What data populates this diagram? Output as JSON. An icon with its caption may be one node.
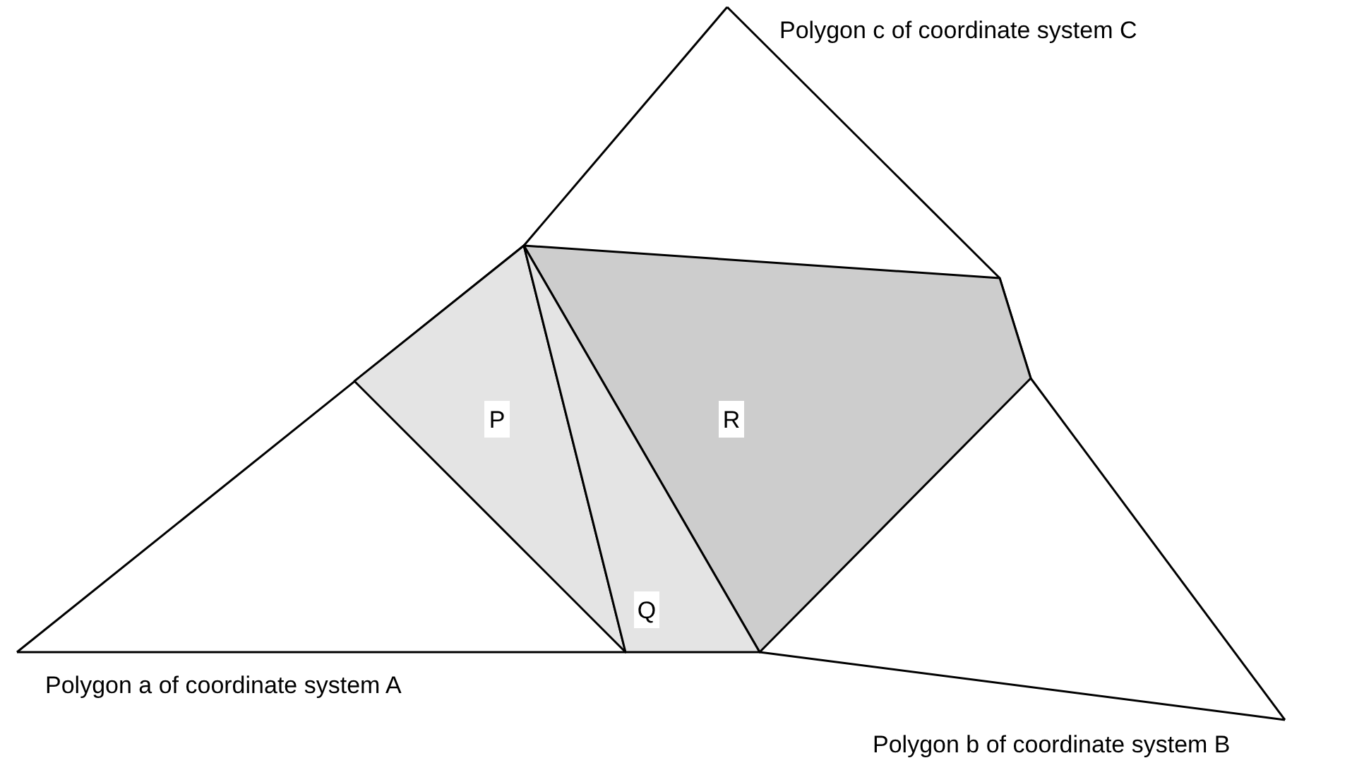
{
  "diagram": {
    "nodes": [
      {
        "text": [
          "P"
        ]
      },
      {
        "text": [
          "R"
        ]
      },
      {
        "text": [
          "Q"
        ]
      }
    ],
    "labels": [
      "Polygon c of coordinate system C",
      "Polygon a of coordinate system A",
      "Polygon b of coordinate system B"
    ]
  }
}
